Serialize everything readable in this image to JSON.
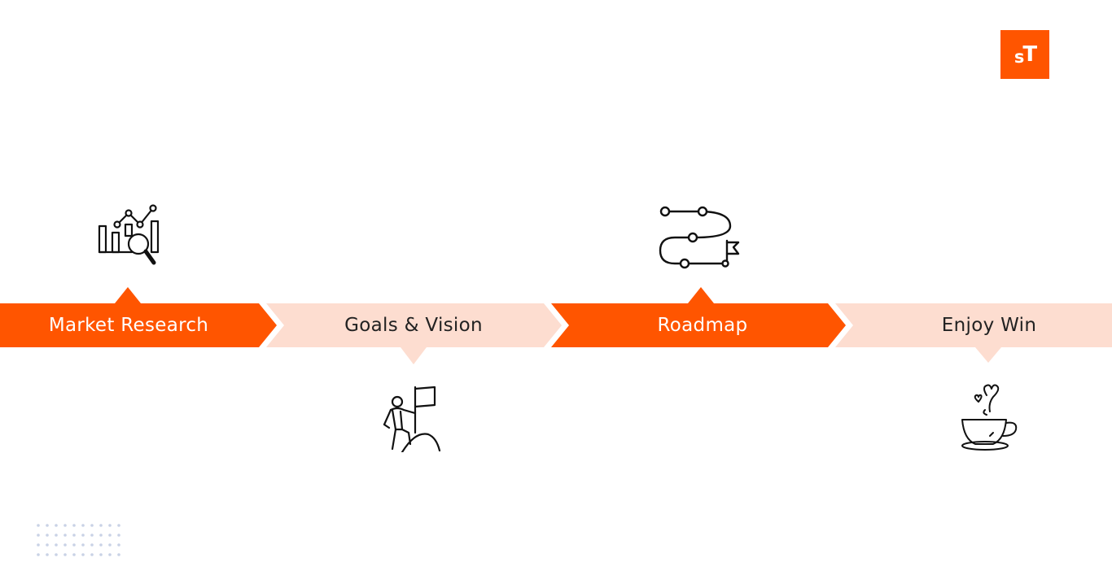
{
  "logo": {
    "text_main": "T",
    "text_small": "s"
  },
  "colors": {
    "accent": "#ff5500",
    "accent_light": "#fdddd0",
    "text_on_accent": "#ffffff",
    "text_on_light": "#222222",
    "icon_stroke": "#111111",
    "dots": "#c9d2e6"
  },
  "stages": [
    {
      "label": "Market Research",
      "style": "dark",
      "icon": "market-research-icon",
      "icon_position": "above"
    },
    {
      "label": "Goals & Vision",
      "style": "light",
      "icon": "goal-flag-climber-icon",
      "icon_position": "below"
    },
    {
      "label": "Roadmap",
      "style": "dark",
      "icon": "roadmap-path-icon",
      "icon_position": "above"
    },
    {
      "label": "Enjoy Win",
      "style": "light",
      "icon": "coffee-cup-heart-icon",
      "icon_position": "below"
    }
  ]
}
